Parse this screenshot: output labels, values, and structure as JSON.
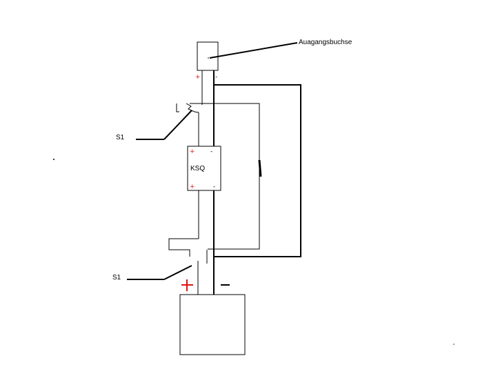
{
  "labels": {
    "output_socket": "Auagangsbuchse",
    "ksq": "KSQ",
    "switch_top": "S1",
    "switch_bottom": "S1"
  },
  "signs": {
    "plus": "+",
    "minus": "-"
  },
  "colors": {
    "wire": "#000000",
    "polarity_plus": "#e01010",
    "background": "#ffffff"
  }
}
